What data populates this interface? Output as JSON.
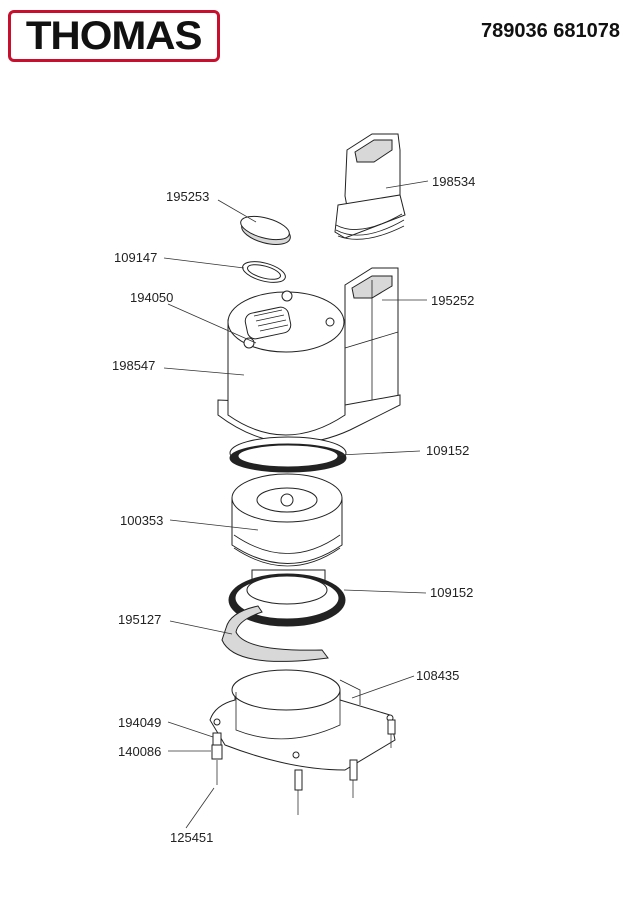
{
  "header": {
    "brand": "THOMAS",
    "doc_number": "789036 681078"
  },
  "colors": {
    "brand_red": "#c8102e",
    "line": "#222222"
  },
  "labels": {
    "p198534": "198534",
    "p195253": "195253",
    "p109147": "109147",
    "p194050": "194050",
    "p195252": "195252",
    "p198547": "198547",
    "p109152_top": "109152",
    "p100353": "100353",
    "p109152_bottom": "109152",
    "p195127": "195127",
    "p108435": "108435",
    "p194049": "194049",
    "p140086": "140086",
    "p125451": "125451"
  }
}
